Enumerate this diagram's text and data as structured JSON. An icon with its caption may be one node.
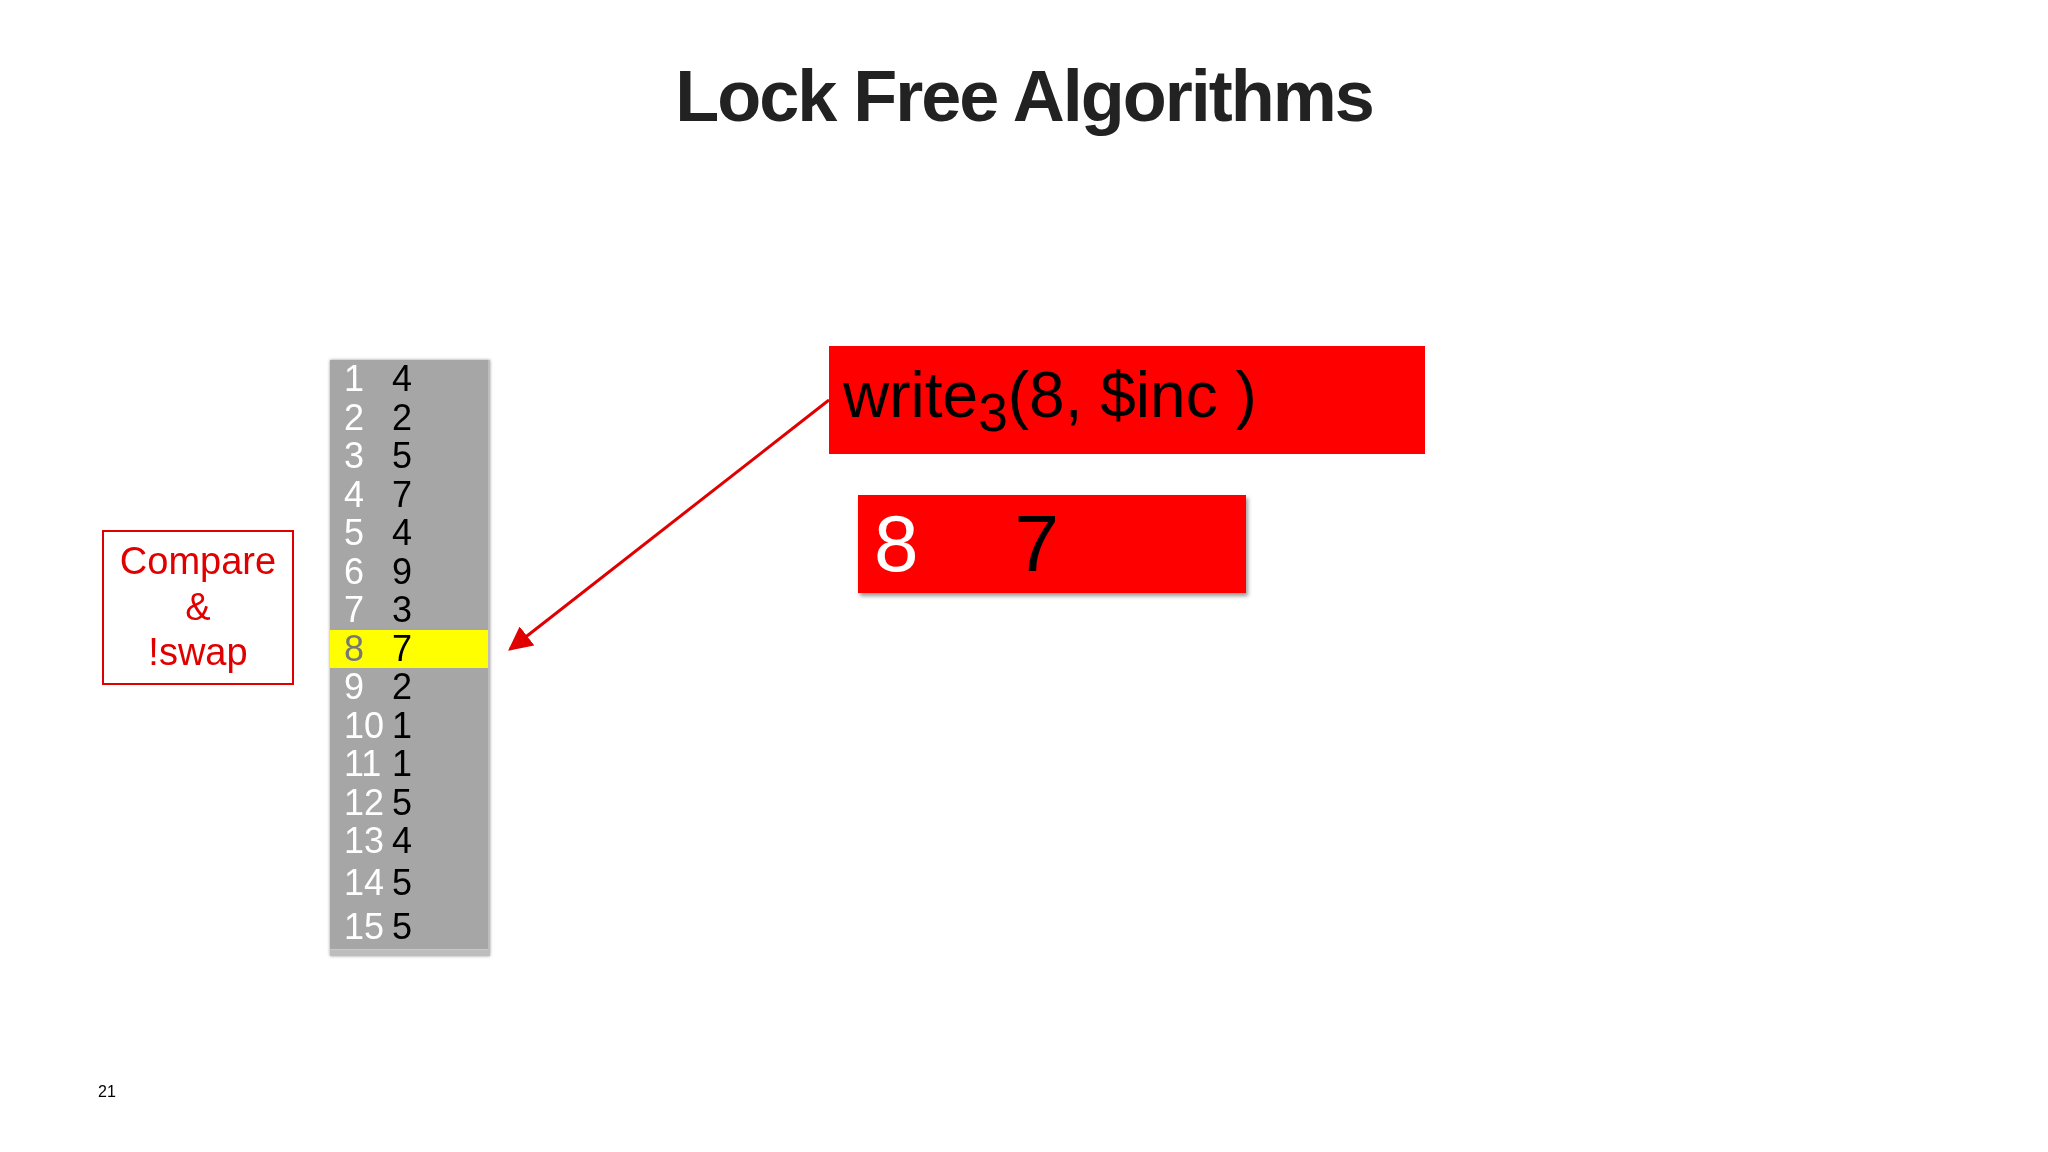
{
  "diagram": {
    "title": "Lock Free Algorithms",
    "nodes": [
      {
        "text": [],
        "shape": "box"
      },
      {
        "text": [
          "1",
          "4"
        ],
        "in": 0
      },
      {
        "text": [
          "2",
          "2"
        ],
        "in": 0
      },
      {
        "text": [
          "3",
          "5"
        ],
        "in": 0
      },
      {
        "text": [
          "4",
          "7"
        ],
        "in": 0
      },
      {
        "text": [
          "5",
          "4"
        ],
        "in": 0
      },
      {
        "text": [
          "6",
          "9"
        ],
        "in": 0
      },
      {
        "text": [
          "7",
          "3"
        ],
        "in": 0
      },
      {
        "text": [
          "8",
          "7"
        ],
        "in": 0
      },
      {
        "text": [
          "9",
          "2"
        ],
        "in": 0
      },
      {
        "text": [
          "10",
          "1"
        ],
        "in": 0
      },
      {
        "text": [
          "11",
          "1"
        ],
        "in": 0
      },
      {
        "text": [
          "12",
          "5"
        ],
        "in": 0
      },
      {
        "text": [
          "13",
          "4"
        ],
        "in": 0
      },
      {
        "text": [
          "14",
          "5"
        ],
        "in": 0
      },
      {
        "text": [
          "15",
          "5"
        ],
        "in": 0
      },
      {
        "text": [
          "write$_{3}$(8, $inc )"
        ]
      },
      {
        "text": [
          "8",
          "7"
        ]
      },
      {
        "text": [
          "Compare & !swap"
        ]
      }
    ],
    "edges": [
      {
        "from": 16,
        "to": 8,
        "arrow": "to"
      }
    ],
    "labels": [
      "21"
    ]
  }
}
